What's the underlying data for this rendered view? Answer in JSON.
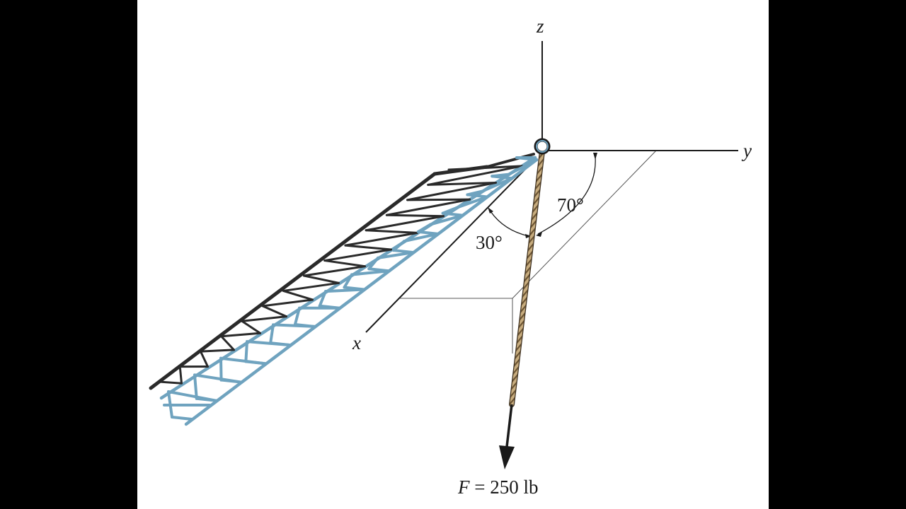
{
  "axes": {
    "x": "x",
    "y": "y",
    "z": "z"
  },
  "angles": {
    "alpha": "70°",
    "beta": "30°"
  },
  "force": {
    "symbol": "F",
    "rest": " = 250 lb"
  },
  "colors": {
    "frame": "#000000",
    "paper": "#ffffff",
    "ink": "#1a1a1a",
    "truss": "#6fa3bf",
    "truss_dark": "#2a2a2a",
    "rope": "#c8ad7f"
  }
}
